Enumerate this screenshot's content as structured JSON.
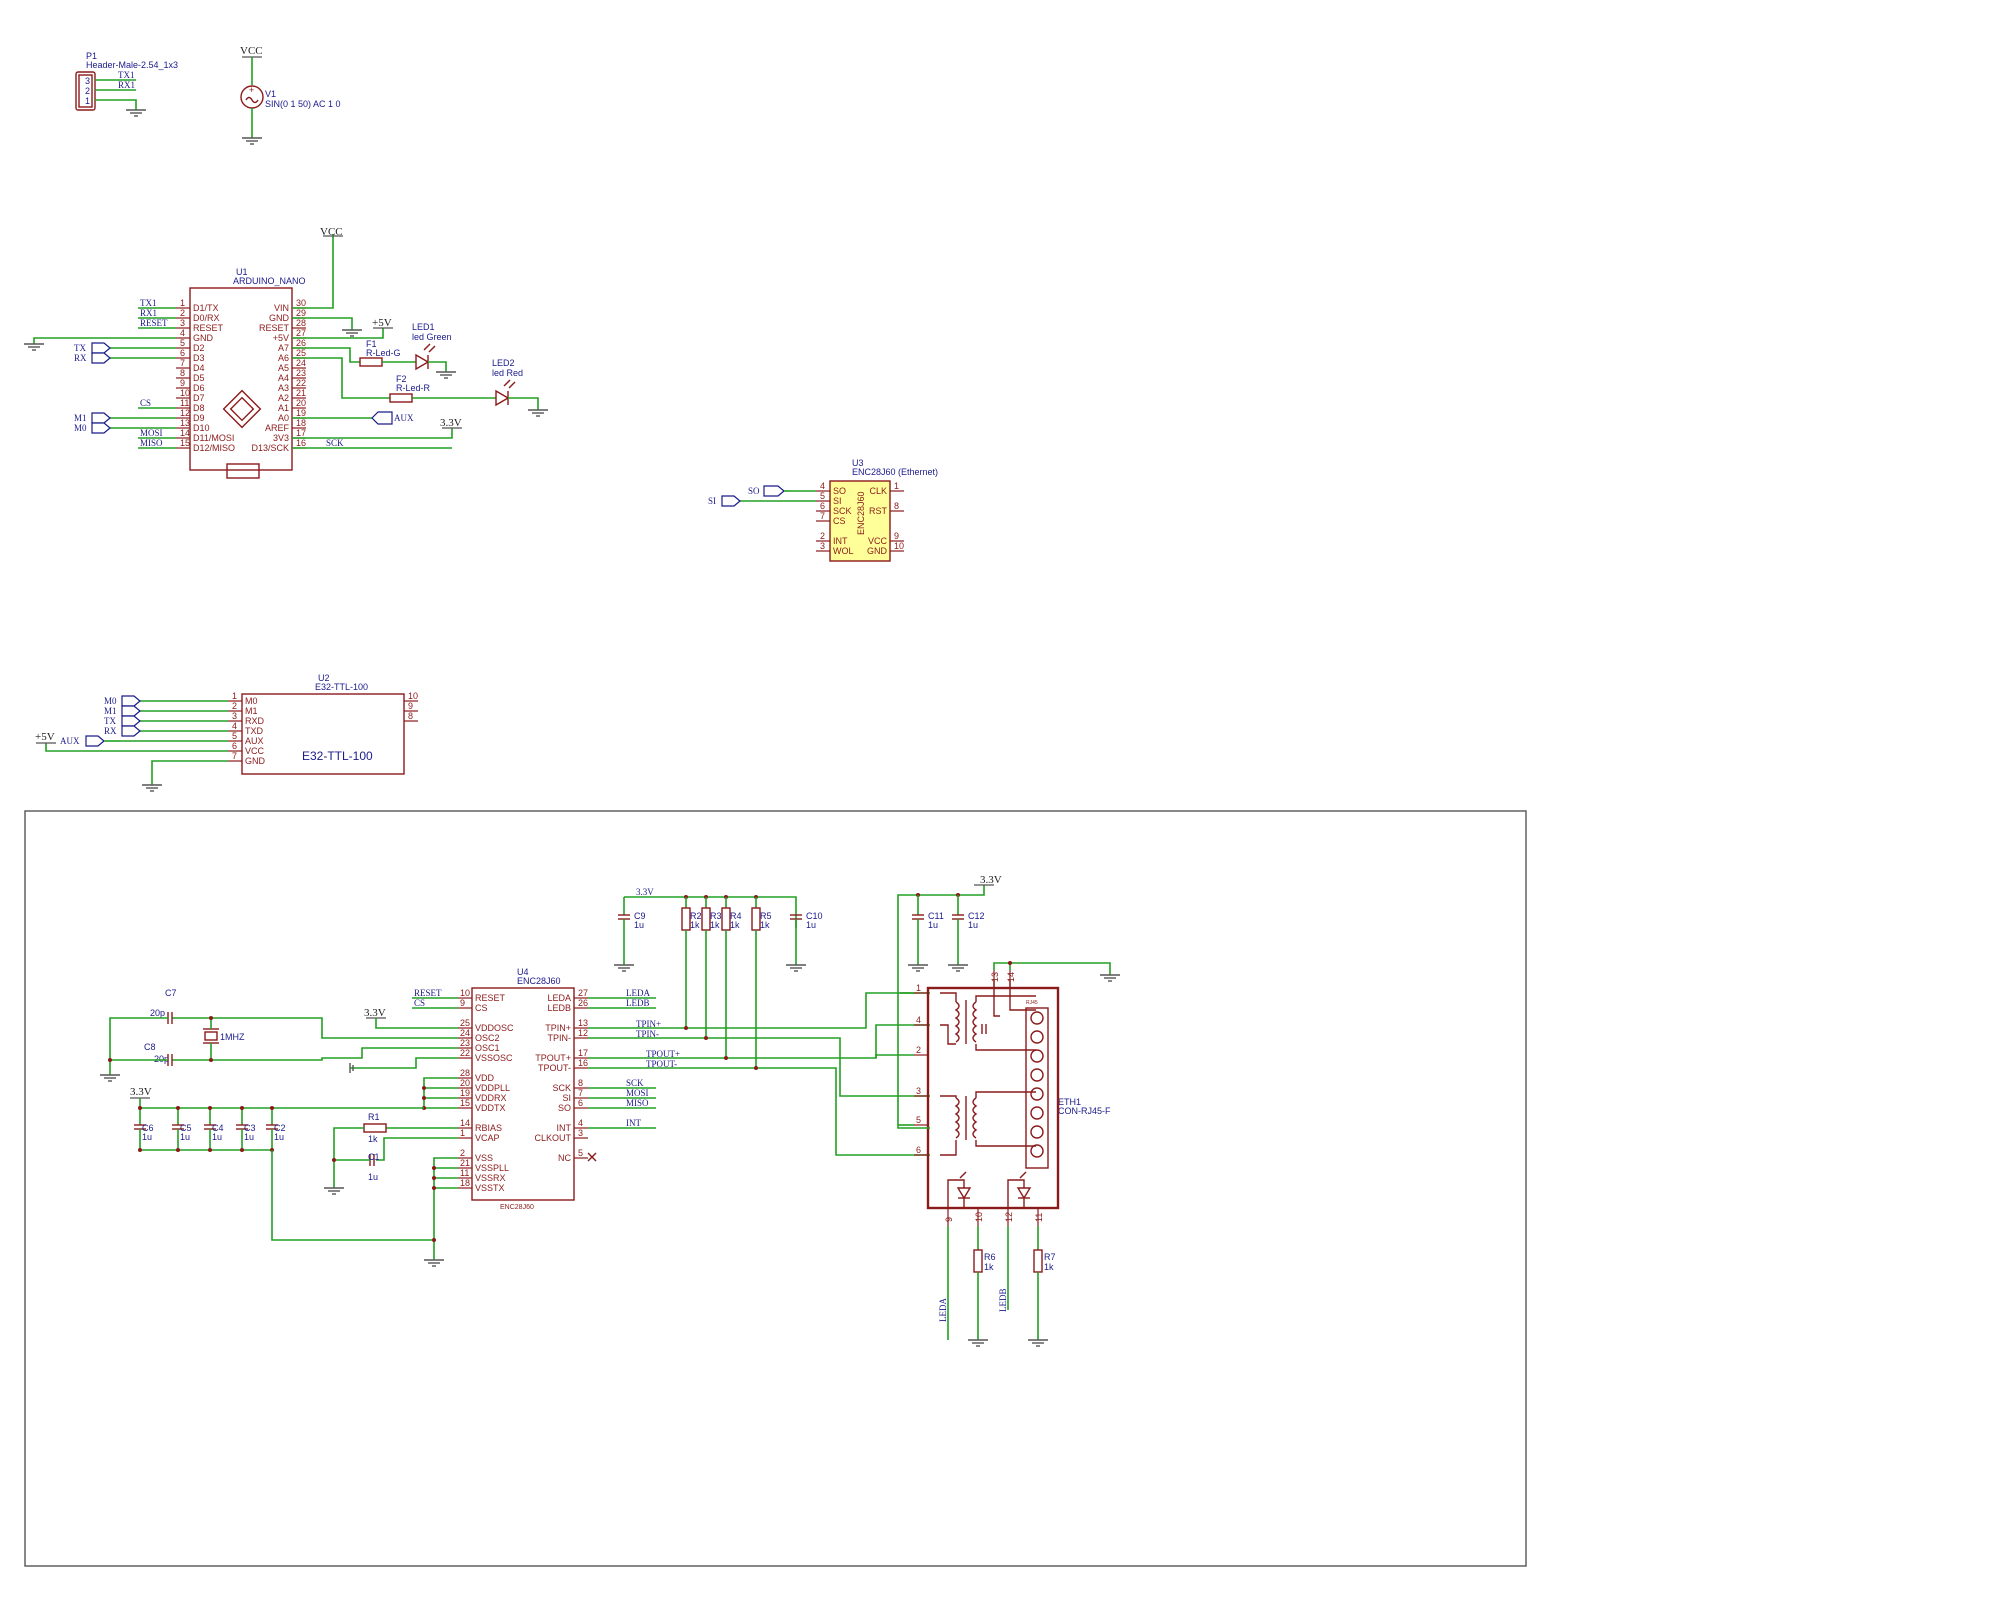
{
  "header": {
    "designator": "P1",
    "value": "Header-Male-2.54_1x3",
    "pins": [
      "3",
      "2",
      "1"
    ],
    "nets": [
      "TX1",
      "RX1"
    ]
  },
  "v1": {
    "designator": "V1",
    "value": "SIN(0 1 50) AC 1 0",
    "power": "VCC"
  },
  "u1": {
    "designator": "U1",
    "value": "ARDUINO_NANO",
    "power_top": "VCC",
    "left": [
      {
        "n": "1",
        "name": "D1/TX",
        "net": "TX1"
      },
      {
        "n": "2",
        "name": "D0/RX",
        "net": "RX1"
      },
      {
        "n": "3",
        "name": "RESET",
        "net": "RESET"
      },
      {
        "n": "4",
        "name": "GND",
        "net": ""
      },
      {
        "n": "5",
        "name": "D2",
        "net": ""
      },
      {
        "n": "6",
        "name": "D3",
        "net": ""
      },
      {
        "n": "7",
        "name": "D4",
        "net": ""
      },
      {
        "n": "8",
        "name": "D5",
        "net": ""
      },
      {
        "n": "9",
        "name": "D6",
        "net": ""
      },
      {
        "n": "10",
        "name": "D7",
        "net": ""
      },
      {
        "n": "11",
        "name": "D8",
        "net": "CS"
      },
      {
        "n": "12",
        "name": "D9",
        "net": ""
      },
      {
        "n": "13",
        "name": "D10",
        "net": ""
      },
      {
        "n": "14",
        "name": "D11/MOSI",
        "net": "MOSI"
      },
      {
        "n": "15",
        "name": "D12/MISO",
        "net": "MISO"
      }
    ],
    "right": [
      {
        "n": "30",
        "name": "VIN"
      },
      {
        "n": "29",
        "name": "GND"
      },
      {
        "n": "28",
        "name": "RESET"
      },
      {
        "n": "27",
        "name": "+5V"
      },
      {
        "n": "26",
        "name": "A7"
      },
      {
        "n": "25",
        "name": "A6"
      },
      {
        "n": "24",
        "name": "A5"
      },
      {
        "n": "23",
        "name": "A4"
      },
      {
        "n": "22",
        "name": "A3"
      },
      {
        "n": "21",
        "name": "A2"
      },
      {
        "n": "20",
        "name": "A1"
      },
      {
        "n": "19",
        "name": "A0"
      },
      {
        "n": "18",
        "name": "AREF"
      },
      {
        "n": "17",
        "name": "3V3"
      },
      {
        "n": "16",
        "name": "D13/SCK"
      }
    ],
    "flags": [
      "TX",
      "RX",
      "M1",
      "M0",
      "AUX"
    ],
    "net_sck": "SCK",
    "p5v": "+5V",
    "p33": "3.3V"
  },
  "f1": {
    "designator": "F1",
    "value": "R-Led-G"
  },
  "f2": {
    "designator": "F2",
    "value": "R-Led-R"
  },
  "led1": {
    "designator": "LED1",
    "value": "led Green"
  },
  "led2": {
    "designator": "LED2",
    "value": "led Red"
  },
  "u3": {
    "designator": "U3",
    "value": "ENC28J60 (Ethernet)",
    "body": "ENC28J60",
    "left": [
      {
        "n": "4",
        "name": "SO"
      },
      {
        "n": "5",
        "name": "SI"
      },
      {
        "n": "6",
        "name": "SCK"
      },
      {
        "n": "7",
        "name": "CS"
      },
      {
        "n": "2",
        "name": "INT"
      },
      {
        "n": "3",
        "name": "WOL"
      }
    ],
    "right": [
      {
        "n": "1",
        "name": "CLK"
      },
      {
        "n": "8",
        "name": "RST"
      },
      {
        "n": "9",
        "name": "VCC"
      },
      {
        "n": "10",
        "name": "GND"
      }
    ],
    "flags": [
      "SO",
      "SI"
    ]
  },
  "u2": {
    "designator": "U2",
    "value": "E32-TTL-100",
    "body": "E32-TTL-100",
    "left": [
      {
        "n": "1",
        "name": "M0"
      },
      {
        "n": "2",
        "name": "M1"
      },
      {
        "n": "3",
        "name": "RXD"
      },
      {
        "n": "4",
        "name": "TXD"
      },
      {
        "n": "5",
        "name": "AUX"
      },
      {
        "n": "6",
        "name": "VCC"
      },
      {
        "n": "7",
        "name": "GND"
      }
    ],
    "right": [
      "10",
      "9",
      "8"
    ],
    "flags": [
      "M0",
      "M1",
      "TX",
      "RX",
      "AUX"
    ],
    "p5v": "+5V"
  },
  "u4": {
    "designator": "U4",
    "value": "ENC28J60",
    "footer": "ENC28J60",
    "left": [
      {
        "n": "10",
        "name": "RESET",
        "net": "RESET"
      },
      {
        "n": "9",
        "name": "CS",
        "net": "CS"
      },
      {
        "n": "25",
        "name": "VDDOSC"
      },
      {
        "n": "24",
        "name": "OSC2"
      },
      {
        "n": "23",
        "name": "OSC1"
      },
      {
        "n": "22",
        "name": "VSSOSC"
      },
      {
        "n": "28",
        "name": "VDD"
      },
      {
        "n": "20",
        "name": "VDDPLL"
      },
      {
        "n": "19",
        "name": "VDDRX"
      },
      {
        "n": "15",
        "name": "VDDTX"
      },
      {
        "n": "14",
        "name": "RBIAS"
      },
      {
        "n": "1",
        "name": "VCAP"
      },
      {
        "n": "2",
        "name": "VSS"
      },
      {
        "n": "21",
        "name": "VSSPLL"
      },
      {
        "n": "11",
        "name": "VSSRX"
      },
      {
        "n": "18",
        "name": "VSSTX"
      }
    ],
    "right": [
      {
        "n": "27",
        "name": "LEDA",
        "net": "LEDA"
      },
      {
        "n": "26",
        "name": "LEDB",
        "net": "LEDB"
      },
      {
        "n": "13",
        "name": "TPIN+",
        "net": "TPIN+"
      },
      {
        "n": "12",
        "name": "TPIN-",
        "net": "TPIN-"
      },
      {
        "n": "17",
        "name": "TPOUT+",
        "net": "TPOUT+"
      },
      {
        "n": "16",
        "name": "TPOUT-",
        "net": "TPOUT-"
      },
      {
        "n": "8",
        "name": "SCK",
        "net": "SCK"
      },
      {
        "n": "7",
        "name": "SI",
        "net": "MOSI"
      },
      {
        "n": "6",
        "name": "SO",
        "net": "MISO"
      },
      {
        "n": "4",
        "name": "INT",
        "net": "INT"
      },
      {
        "n": "3",
        "name": "CLKOUT",
        "net": ""
      },
      {
        "n": "5",
        "name": "NC",
        "net": ""
      }
    ]
  },
  "passives": {
    "c7": {
      "d": "C7",
      "v": "20p"
    },
    "c8": {
      "d": "C8",
      "v": "20p"
    },
    "x1": {
      "v": "1MHZ"
    },
    "c6": {
      "d": "C6",
      "v": "1u"
    },
    "c5": {
      "d": "C5",
      "v": "1u"
    },
    "c4": {
      "d": "C4",
      "v": "1u"
    },
    "c3": {
      "d": "C3",
      "v": "1u"
    },
    "c2": {
      "d": "C2",
      "v": "1u"
    },
    "r1": {
      "d": "R1",
      "v": "1k"
    },
    "c1": {
      "d": "C1",
      "v": "1u"
    },
    "c9": {
      "d": "C9",
      "v": "1u"
    },
    "c10": {
      "d": "C10",
      "v": "1u"
    },
    "r2": {
      "d": "R2",
      "v": "1k"
    },
    "r3": {
      "d": "R3",
      "v": "1k"
    },
    "r4": {
      "d": "R4",
      "v": "1k"
    },
    "r5": {
      "d": "R5",
      "v": "1k"
    },
    "c11": {
      "d": "C11",
      "v": "1u"
    },
    "c12": {
      "d": "C12",
      "v": "1u"
    },
    "r6": {
      "d": "R6",
      "v": "1k"
    },
    "r7": {
      "d": "R7",
      "v": "1k"
    }
  },
  "eth": {
    "designator": "ETH1",
    "value": "CON-RJ45-F",
    "top_pins": [
      "13",
      "14"
    ],
    "left_pins": [
      "1",
      "4",
      "2",
      "3",
      "5",
      "6"
    ],
    "bottom_pins": [
      "9",
      "10",
      "12",
      "11"
    ],
    "net_leda": "LEDA",
    "net_ledb": "LEDB"
  },
  "power": {
    "p33": "3.3V",
    "vcc": "VCC",
    "p5v": "+5V"
  }
}
